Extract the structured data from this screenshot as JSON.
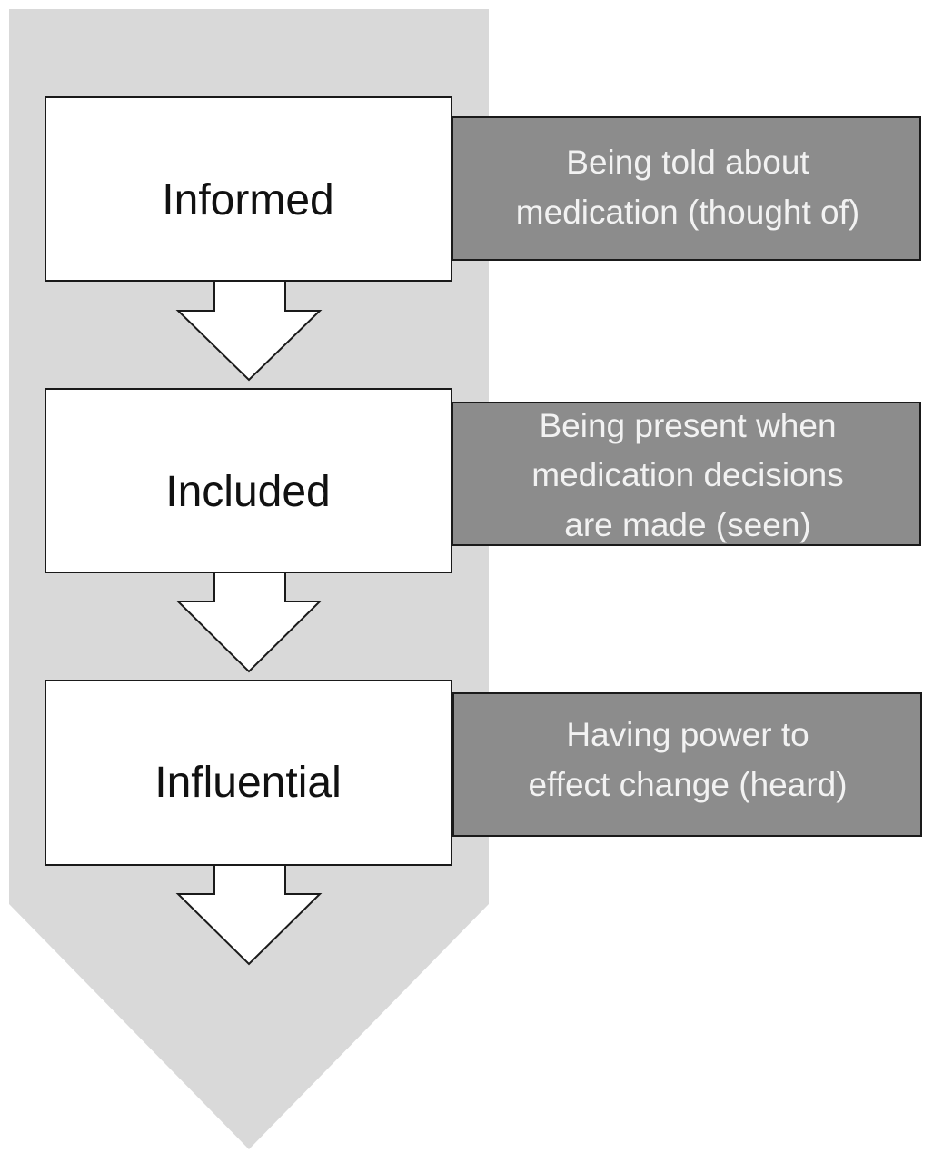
{
  "colors": {
    "background_arrow": "#d9d9d9",
    "stage_box_fill": "#ffffff",
    "description_box_fill": "#8c8c8c",
    "outline": "#1a1a1a",
    "stage_text": "#111111",
    "description_text": "#f2f2f2"
  },
  "stages": [
    {
      "label": "Informed",
      "description_lines": [
        "Being told about",
        "medication (thought of)"
      ]
    },
    {
      "label": "Included",
      "description_lines": [
        "Being present when",
        "medication decisions",
        "are made (seen)"
      ]
    },
    {
      "label": "Influential",
      "description_lines": [
        "Having power to",
        "effect change (heard)"
      ]
    }
  ]
}
